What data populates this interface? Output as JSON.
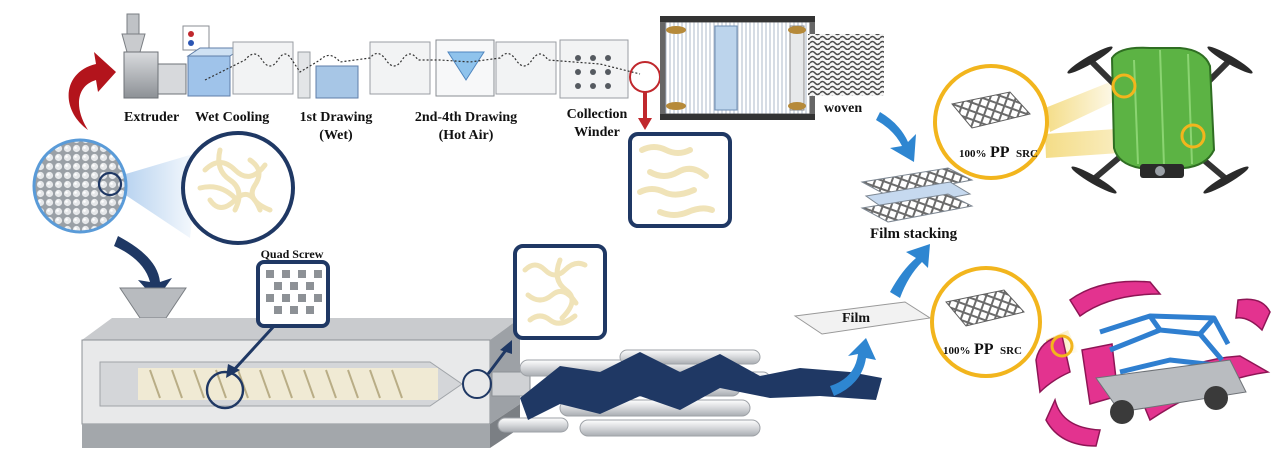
{
  "labels": {
    "extruder": "Extruder",
    "wet_cooling": "Wet Cooling",
    "first_drawing_l1": "1st Drawing",
    "first_drawing_l2": "(Wet)",
    "drawing_2_4_l1": "2nd-4th Drawing",
    "drawing_2_4_l2": "(Hot Air)",
    "collection_l1": "Collection",
    "collection_l2": "Winder",
    "woven": "woven",
    "quad_screw": "Quad Screw",
    "film": "Film",
    "film_stacking": "Film stacking",
    "src_top_pct": "100%",
    "src_top_pp": "PP",
    "src_top_suffix": "SRC",
    "src_bottom_pct": "100%",
    "src_bottom_pp": "PP",
    "src_bottom_suffix": "SRC"
  },
  "colors": {
    "red_arrow": "#b3141c",
    "navy": "#1f3864",
    "blue_arrow": "#2e86d1",
    "yellow_ring": "#f2b51d",
    "drone_green": "#5cb344",
    "car_pink": "#e3338f",
    "car_frame_blue": "#2f7fd0",
    "fiber_cream": "#f0e3b8",
    "machine_gray": "#c9cbce"
  }
}
